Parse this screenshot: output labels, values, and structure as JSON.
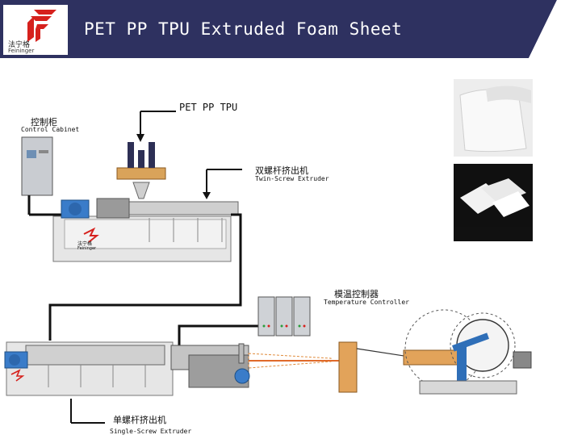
{
  "header": {
    "title": "PET PP TPU Extruded Foam Sheet",
    "logo_cn": "法宁格",
    "logo_en": "Feininger",
    "colors": {
      "band": "#2e3160",
      "accent": "#d6211d"
    }
  },
  "diagram": {
    "material_label": "PET PP TPU",
    "control_cabinet": {
      "cn": "控制柜",
      "en": "Control Cabinet"
    },
    "twin_screw": {
      "cn": "双螺杆挤出机",
      "en": "Twin-Screw Extruder"
    },
    "temperature_controller": {
      "cn": "模温控制器",
      "en": "Temperature Controller"
    },
    "single_screw": {
      "cn": "单螺杆挤出机",
      "en": "Single-Screw Extruder"
    },
    "machine_logo_cn": "法宁格",
    "machine_logo_en": "Feininger"
  },
  "photos": [
    {
      "icon": "foam-sheet-roll-photo"
    },
    {
      "icon": "foam-sheet-cut-pieces-photo"
    }
  ]
}
